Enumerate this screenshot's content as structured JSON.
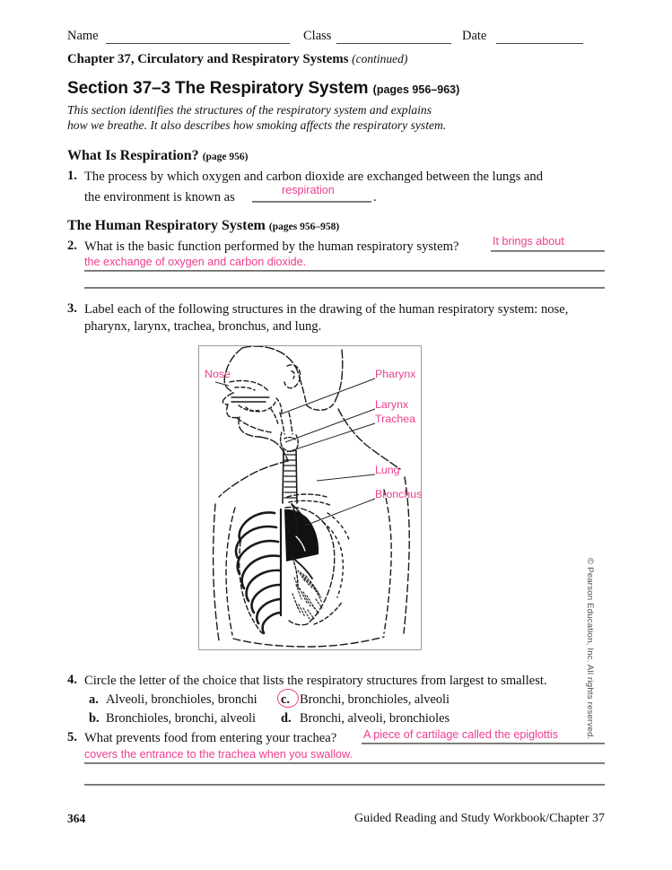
{
  "header": {
    "name_label": "Name",
    "class_label": "Class",
    "date_label": "Date",
    "chapter": "Chapter 37, Circulatory and Respiratory Systems",
    "chapter_continued": "(continued)"
  },
  "section": {
    "title": "Section 37–3  The Respiratory System",
    "pages": "(pages 956–963)",
    "description_line1": "This section identifies the structures of the respiratory system and explains",
    "description_line2": "how we breathe. It also describes how smoking affects the respiratory system."
  },
  "subsection_1": {
    "title": "What Is Respiration?",
    "pages": "(page 956)"
  },
  "question_1": {
    "number": "1.",
    "text_line1": "The process by which oxygen and carbon dioxide are exchanged between the lungs and",
    "text_line2": "the environment is known as",
    "answer": "respiration",
    "period": "."
  },
  "subsection_2": {
    "title": "The Human Respiratory System",
    "pages": "(pages 956–958)"
  },
  "question_2": {
    "number": "2.",
    "text": "What is the basic function performed by the human respiratory system?",
    "answer_line1": "It brings about",
    "answer_line2": "the exchange of oxygen and carbon dioxide."
  },
  "question_3": {
    "number": "3.",
    "text_line1": "Label each of the following structures in the drawing of the human respiratory system: nose,",
    "text_line2": "pharynx, larynx, trachea, bronchus, and lung."
  },
  "diagram": {
    "caption_alt": "Sagittal view of the human head, neck and thorax showing the respiratory tract",
    "labels": [
      {
        "name": "nose",
        "text": "Nose"
      },
      {
        "name": "pharynx",
        "text": "Pharynx"
      },
      {
        "name": "larynx",
        "text": "Larynx"
      },
      {
        "name": "trachea",
        "text": "Trachea"
      },
      {
        "name": "lung",
        "text": "Lung"
      },
      {
        "name": "bronchus",
        "text": "Bronchus"
      }
    ]
  },
  "question_4": {
    "number": "4.",
    "text": "Circle the letter of the choice that lists the respiratory structures from largest to smallest.",
    "choices": [
      {
        "letter": "a.",
        "text": "Alveoli, bronchioles, bronchi"
      },
      {
        "letter": "c.",
        "text": "Bronchi, bronchioles, alveoli"
      },
      {
        "letter": "b.",
        "text": "Bronchioles, bronchi, alveoli"
      },
      {
        "letter": "d.",
        "text": "Bronchi, alveoli, bronchioles"
      }
    ],
    "circled_letter": "c."
  },
  "question_5": {
    "number": "5.",
    "text": "What prevents food from entering your trachea?",
    "answer_line1": "A piece of cartilage called the epiglottis",
    "answer_line2": "covers the entrance to the trachea when you swallow."
  },
  "footer": {
    "page_number": "364",
    "title": "Guided Reading and Study Workbook/Chapter 37"
  },
  "copyright": "© Pearson Education, Inc. All rights reserved.",
  "colors": {
    "ink_pink": "#ee3d8f",
    "text_black": "#111111",
    "rule_gray": "#8d8d8d"
  }
}
